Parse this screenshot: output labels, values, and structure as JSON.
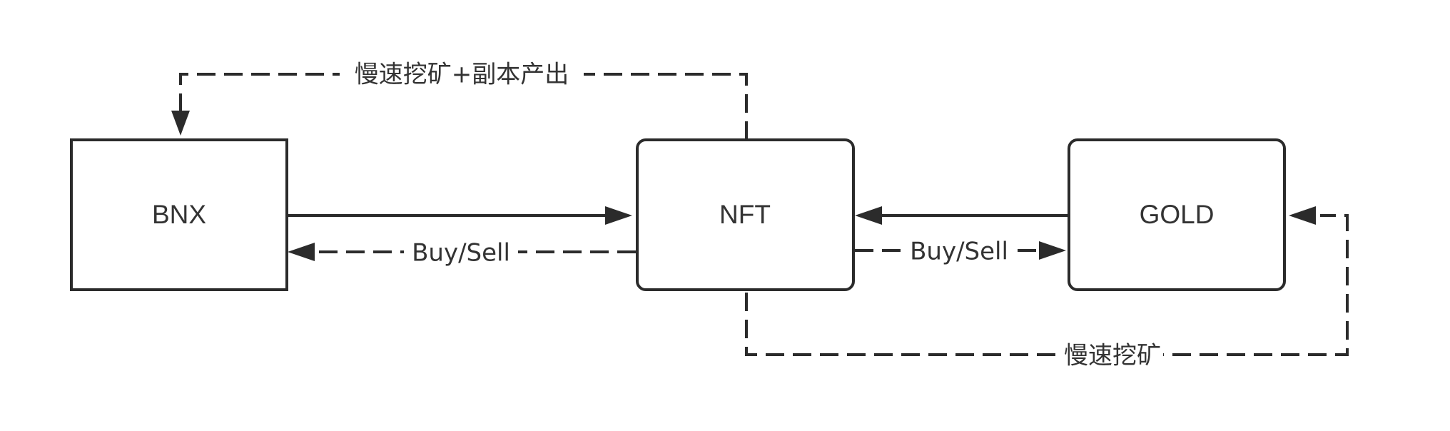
{
  "nodes": {
    "bnx": {
      "label": "BNX"
    },
    "nft": {
      "label": "NFT"
    },
    "gold": {
      "label": "GOLD"
    }
  },
  "edges": {
    "bnx_to_nft": {
      "label": ""
    },
    "nft_to_bnx_trade": {
      "label": "Buy/Sell"
    },
    "gold_to_nft": {
      "label": ""
    },
    "nft_to_gold_trade": {
      "label": "Buy/Sell"
    },
    "nft_to_bnx_mining": {
      "label": "慢速挖矿+副本产出"
    },
    "nft_to_gold_mining": {
      "label": "慢速挖矿"
    }
  }
}
